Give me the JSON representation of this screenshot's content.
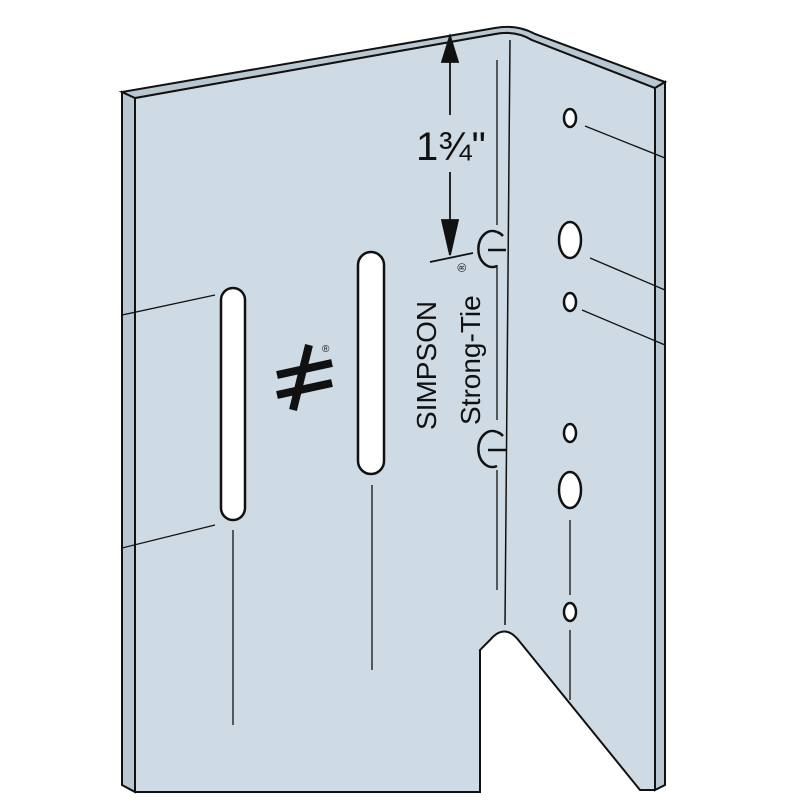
{
  "dimension_label": "1¾\"",
  "brand": {
    "line1": "SIMPSON",
    "line2": "Strong-Tie",
    "registered": "®",
    "logo_text": "≠"
  },
  "colors": {
    "metal": "#cfdbe4",
    "edge": "#b9c7d1",
    "outline": "#111111"
  }
}
